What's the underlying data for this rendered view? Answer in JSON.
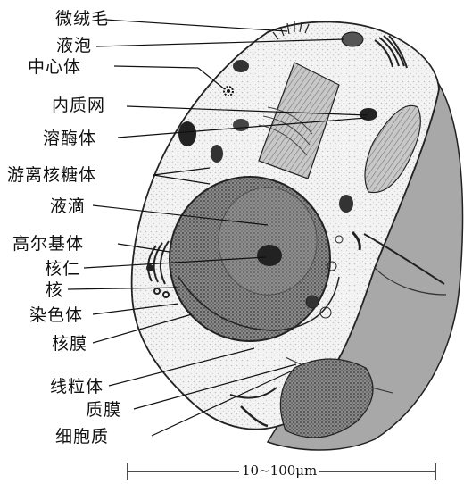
{
  "labels": {
    "microvilli": "微绒毛",
    "vacuole": "液泡",
    "centrosome": "中心体",
    "er": "内质网",
    "lysosome": "溶酶体",
    "free_ribosome": "游离核糖体",
    "droplet": "液滴",
    "golgi": "高尔基体",
    "nucleolus": "核仁",
    "nucleus": "核",
    "chromatin": "染色体",
    "nuclear_envelope": "核膜",
    "mitochondria": "线粒体",
    "plasma_membrane": "质膜",
    "cytoplasm": "细胞质"
  },
  "scale": {
    "text": "10~100μm"
  },
  "colors": {
    "ink": "#111111",
    "cell_fill": "#f1f1f1",
    "shade": "#9a9a9a",
    "nucleus_fill": "#7d7d7d"
  }
}
